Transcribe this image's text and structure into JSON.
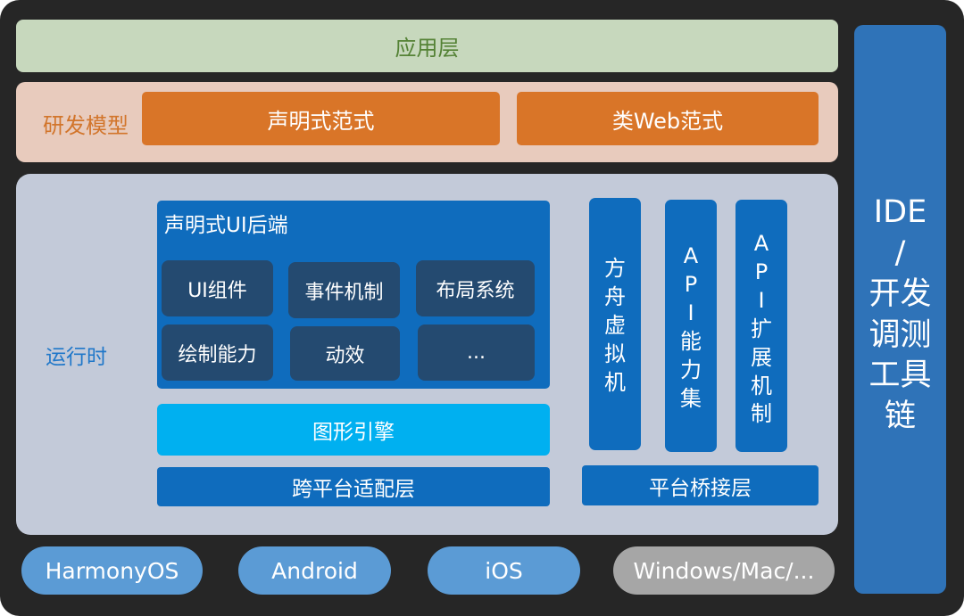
{
  "app_layer": "应用层",
  "dev_model": {
    "label": "研发模型",
    "paradigms": [
      "声明式范式",
      "类Web范式"
    ]
  },
  "runtime": {
    "label": "运行时",
    "ui_backend": {
      "title": "声明式UI后端",
      "components": [
        "UI组件",
        "事件机制",
        "布局系统",
        "绘制能力",
        "动效",
        "..."
      ]
    },
    "graphics_engine": "图形引擎",
    "cross_platform_layer": "跨平台适配层",
    "columns": [
      [
        "方",
        "舟",
        "虚",
        "拟",
        "机"
      ],
      [
        "A",
        "P",
        "I",
        "能",
        "力",
        "集"
      ],
      [
        "A",
        "P",
        "I",
        "扩",
        "展",
        "机",
        "制"
      ]
    ],
    "platform_bridge": "平台桥接层"
  },
  "ide_chain": [
    "IDE",
    "/",
    "开发",
    "调测",
    "工具",
    "链"
  ],
  "platforms": [
    "HarmonyOS",
    "Android",
    "iOS",
    "Windows/Mac/..."
  ],
  "colors": {
    "background": "#262626",
    "app_layer_bg": "#c7d8bd",
    "app_layer_text": "#548235",
    "dev_model_bg": "#e8cbbd",
    "dev_model_text": "#d2752b",
    "paradigm_bg": "#d97528",
    "runtime_bg": "#c3cad9",
    "runtime_text": "#1f77c9",
    "primary_blue": "#0f6cbd",
    "component_bg": "#244a70",
    "graphics_engine_bg": "#00b0f0",
    "ide_bg": "#2f73b8",
    "platform_bg": "#5b9bd5",
    "platform_other_bg": "#a6a6a6"
  }
}
